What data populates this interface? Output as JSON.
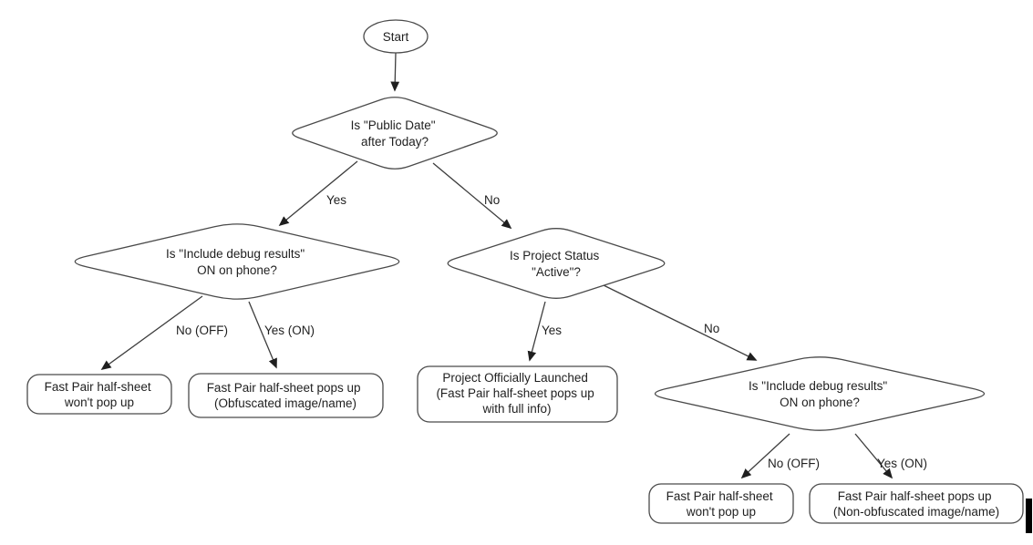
{
  "diagram": {
    "background": "#ffffff",
    "stroke_color": "#4a4a4a",
    "text_color": "#1f1f1f",
    "nodes": {
      "start": {
        "shape": "ellipse",
        "lines": [
          "Start"
        ]
      },
      "public_date": {
        "shape": "decision",
        "lines": [
          "Is \"Public Date\"",
          "after Today?"
        ]
      },
      "debug_left": {
        "shape": "decision",
        "lines": [
          "Is \"Include debug results\"",
          "ON on phone?"
        ]
      },
      "project_status": {
        "shape": "decision",
        "lines": [
          "Is Project Status",
          "\"Active\"?"
        ]
      },
      "debug_right": {
        "shape": "decision",
        "lines": [
          "Is \"Include debug results\"",
          "ON on phone?"
        ]
      },
      "no_popup_left": {
        "shape": "terminal",
        "lines": [
          "Fast Pair half-sheet",
          "won't pop up"
        ]
      },
      "obfuscated_popup": {
        "shape": "terminal",
        "lines": [
          "Fast Pair half-sheet pops up",
          "(Obfuscated image/name)"
        ]
      },
      "launched": {
        "shape": "terminal",
        "lines": [
          "Project Officially Launched",
          "(Fast Pair half-sheet pops up",
          "with full info)"
        ]
      },
      "no_popup_right": {
        "shape": "terminal",
        "lines": [
          "Fast Pair half-sheet",
          "won't pop up"
        ]
      },
      "non_obfuscated_popup": {
        "shape": "terminal",
        "lines": [
          "Fast Pair half-sheet pops up",
          "(Non-obfuscated image/name)"
        ]
      }
    },
    "edges": [
      {
        "from": "start",
        "to": "public_date",
        "label": ""
      },
      {
        "from": "public_date",
        "to": "debug_left",
        "label": "Yes"
      },
      {
        "from": "public_date",
        "to": "project_status",
        "label": "No"
      },
      {
        "from": "debug_left",
        "to": "no_popup_left",
        "label": "No (OFF)"
      },
      {
        "from": "debug_left",
        "to": "obfuscated_popup",
        "label": "Yes (ON)"
      },
      {
        "from": "project_status",
        "to": "launched",
        "label": "Yes"
      },
      {
        "from": "project_status",
        "to": "debug_right",
        "label": "No"
      },
      {
        "from": "debug_right",
        "to": "no_popup_right",
        "label": "No (OFF)"
      },
      {
        "from": "debug_right",
        "to": "non_obfuscated_popup",
        "label": "Yes (ON)"
      }
    ]
  }
}
